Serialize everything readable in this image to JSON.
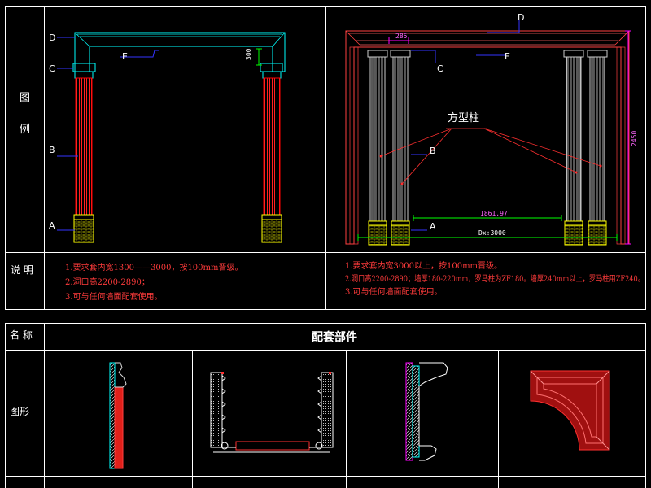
{
  "colors": {
    "background": "#000000",
    "frame": "#ffffff",
    "cyan": "#00ffff",
    "red": "#ff0000",
    "yellow": "#ffff00",
    "blue": "#3333ff",
    "magenta": "#ff00ff",
    "green": "#00ff00"
  },
  "top_table": {
    "row_label_legend_1": "图",
    "row_label_legend_2": "例",
    "row_label_notes": "说 明"
  },
  "left_drawing": {
    "label_d": "D",
    "label_c": "C",
    "label_e": "E",
    "label_b": "B",
    "label_a": "A",
    "dim_text": "300"
  },
  "right_drawing": {
    "label_d": "D",
    "label_c": "C",
    "label_e": "E",
    "label_b": "B",
    "label_a": "A",
    "title": "方型柱",
    "dim_top": "285",
    "dim_height": "2450",
    "dim_mid": "1861.97",
    "dim_width": "Dx:3000"
  },
  "notes_left": [
    "1.要求套内宽1300——3000，按100mm晋级。",
    "2.洞口高2200-2890；",
    "3.可与任何墙面配套使用。"
  ],
  "notes_right": [
    "1.要求套内宽3000以上，按100mm晋级。",
    "2.洞口高2200-2890；墙厚180-220mm，罗马柱为ZF180。墙厚240mm以上，罗马柱用ZF240。",
    "3.可与任何墙面配套使用。"
  ],
  "bottom_table": {
    "header_name": "名 称",
    "header_title": "配套部件",
    "row_label_shape": "图形"
  }
}
